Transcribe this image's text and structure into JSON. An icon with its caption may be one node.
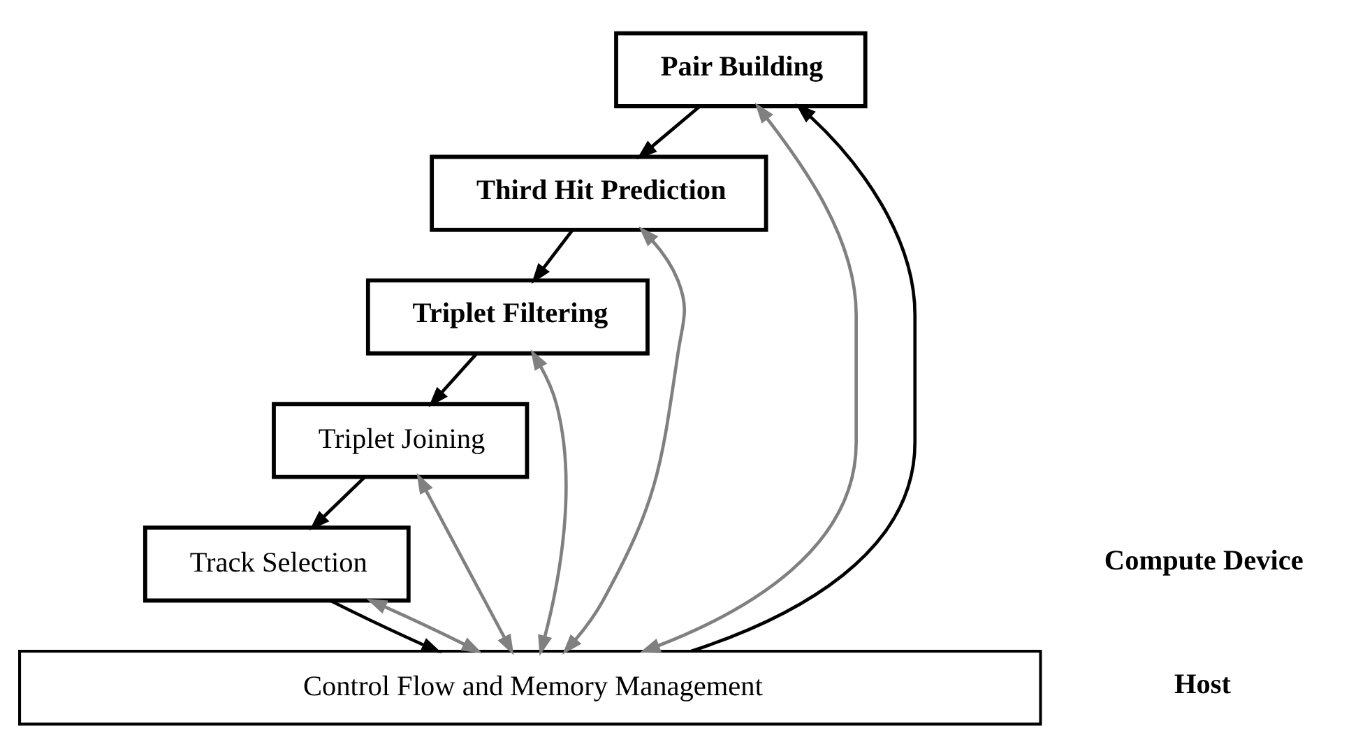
{
  "diagram": {
    "nodes": [
      {
        "text": [
          "Pair Building"
        ]
      },
      {
        "text": [
          "Third Hit Prediction"
        ]
      },
      {
        "text": [
          "Triplet Filtering"
        ]
      },
      {
        "text": [
          "Triplet Joining"
        ]
      },
      {
        "text": [
          "Track Selection"
        ]
      },
      {
        "text": [
          "Control Flow and Memory Management"
        ]
      }
    ],
    "edges": [
      {
        "from": 5,
        "to": 0,
        "arrow": "to"
      },
      {
        "from": 0,
        "to": 1,
        "arrow": "to"
      },
      {
        "from": 1,
        "to": 2,
        "arrow": "to"
      },
      {
        "from": 2,
        "to": 3,
        "arrow": "to"
      },
      {
        "from": 3,
        "to": 4,
        "arrow": "to"
      },
      {
        "from": 4,
        "to": 5,
        "arrow": "to"
      },
      {
        "from": 0,
        "to": 5,
        "arrow": "both",
        "color": "#808080"
      },
      {
        "from": 1,
        "to": 5,
        "arrow": "both",
        "color": "#808080"
      },
      {
        "from": 2,
        "to": 5,
        "arrow": "both",
        "color": "#808080"
      },
      {
        "from": 3,
        "to": 5,
        "arrow": "both",
        "color": "#808080"
      },
      {
        "from": 4,
        "to": 5,
        "arrow": "both",
        "color": "#808080"
      }
    ],
    "labels": [
      "Compute Device",
      "Host"
    ]
  }
}
